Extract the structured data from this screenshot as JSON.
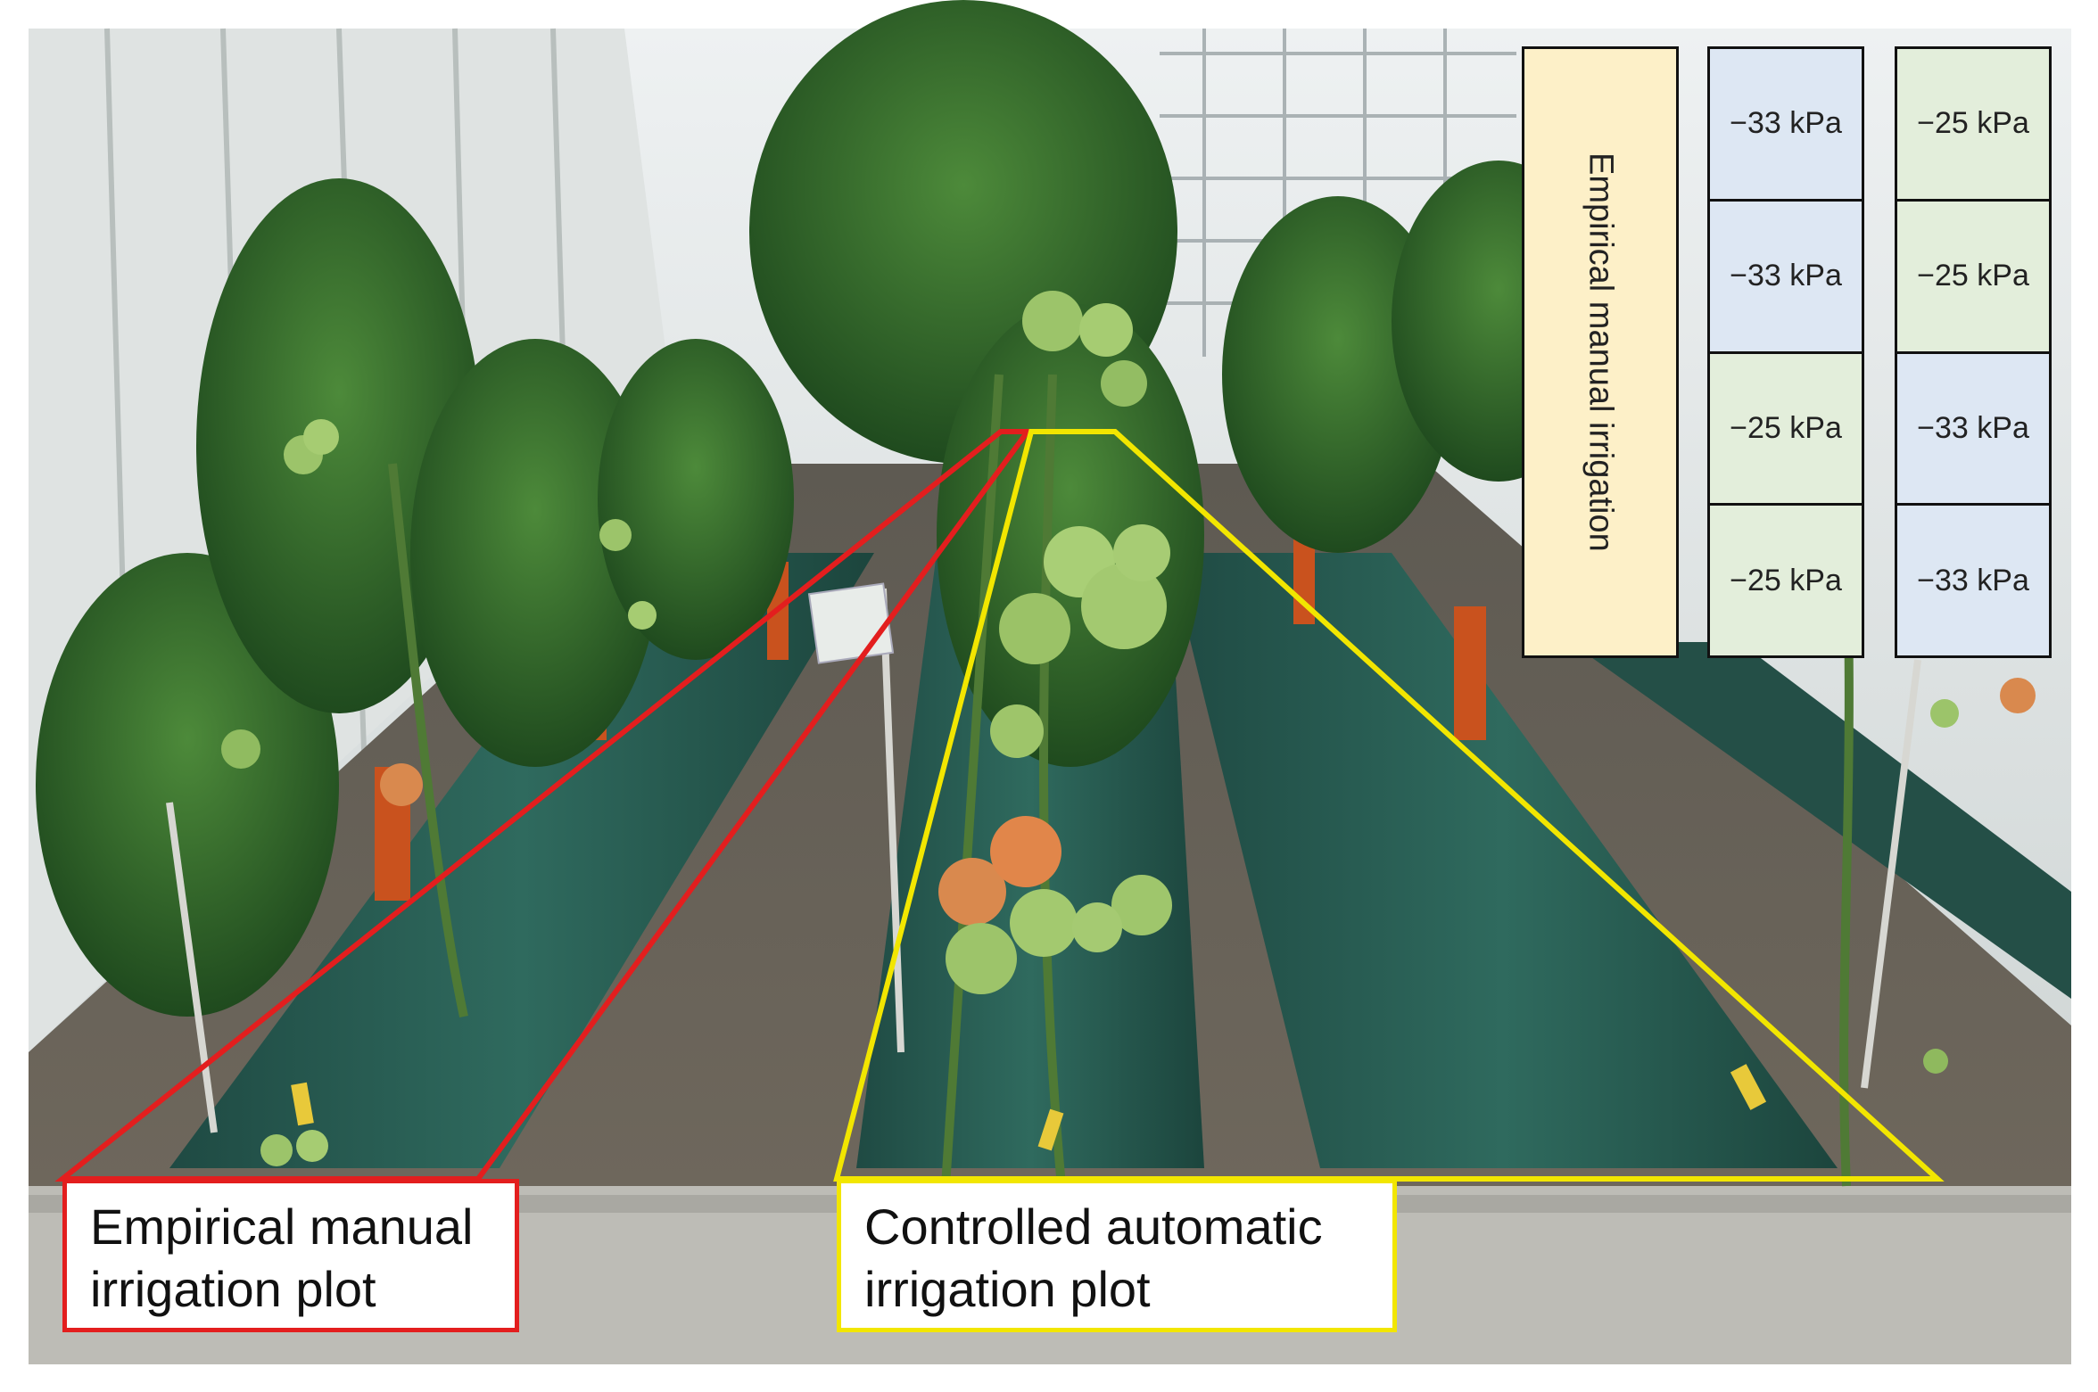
{
  "labels": {
    "manual_plot": [
      "Empirical manual",
      "irrigation plot"
    ],
    "auto_plot": [
      "Controlled automatic",
      "irrigation plot"
    ]
  },
  "legend": {
    "title": "Empirical manual irrigation",
    "columns": [
      [
        "−33 kPa",
        "−33 kPa",
        "−25 kPa",
        "−25 kPa"
      ],
      [
        "−25 kPa",
        "−25 kPa",
        "−33 kPa",
        "−33 kPa"
      ]
    ]
  },
  "colors": {
    "manual_outline": "#e31e1e",
    "auto_outline": "#f2e600",
    "kpa33_fill": "#dde7f3",
    "kpa25_fill": "#e3eedb",
    "title_fill": "#fdf0c8"
  }
}
